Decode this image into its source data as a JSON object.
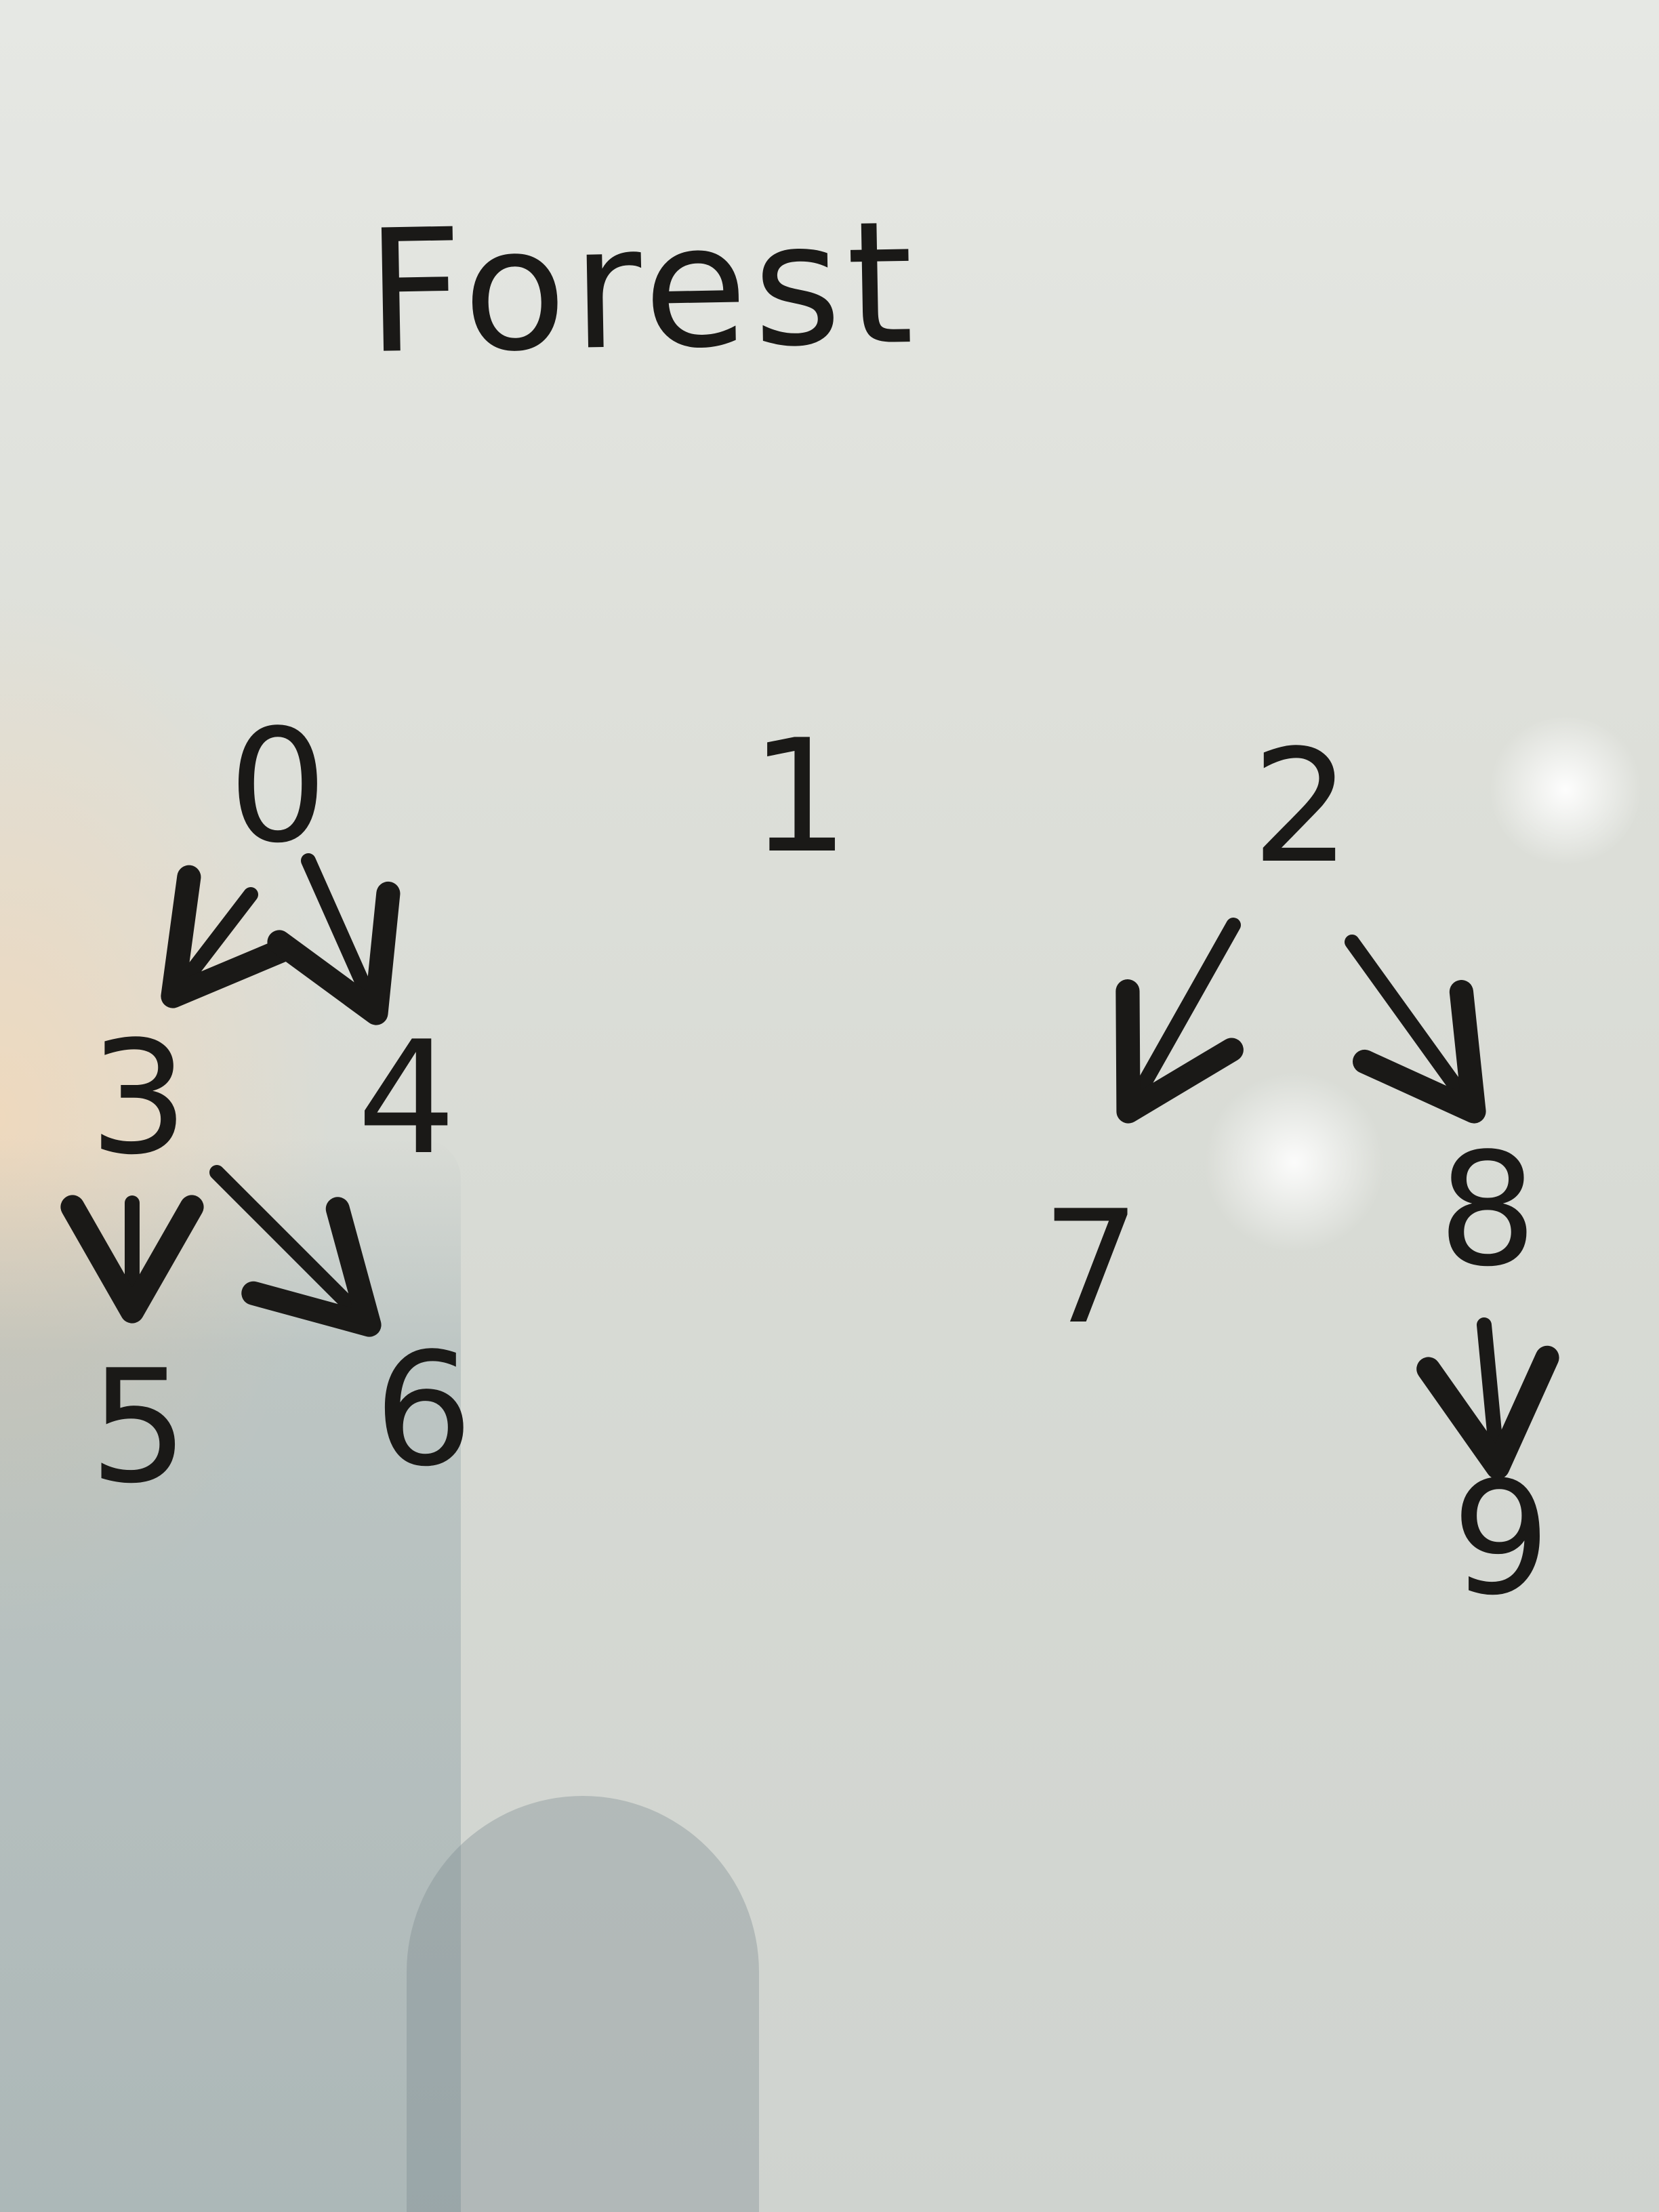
{
  "title": "Forest",
  "nodes": [
    {
      "id": "n0",
      "label": "0"
    },
    {
      "id": "n1",
      "label": "1"
    },
    {
      "id": "n2",
      "label": "2"
    },
    {
      "id": "n3",
      "label": "3"
    },
    {
      "id": "n4",
      "label": "4"
    },
    {
      "id": "n5",
      "label": "5"
    },
    {
      "id": "n6",
      "label": "6"
    },
    {
      "id": "n7",
      "label": "7"
    },
    {
      "id": "n8",
      "label": "8"
    },
    {
      "id": "n9",
      "label": "9"
    }
  ],
  "edges": [
    {
      "from": "0",
      "to": "3"
    },
    {
      "from": "0",
      "to": "4"
    },
    {
      "from": "3",
      "to": "5"
    },
    {
      "from": "3",
      "to": "6"
    },
    {
      "from": "2",
      "to": "7"
    },
    {
      "from": "2",
      "to": "8"
    },
    {
      "from": "8",
      "to": "9"
    }
  ],
  "colors": {
    "ink": "#1a1917",
    "board": "#dfe1dc"
  }
}
